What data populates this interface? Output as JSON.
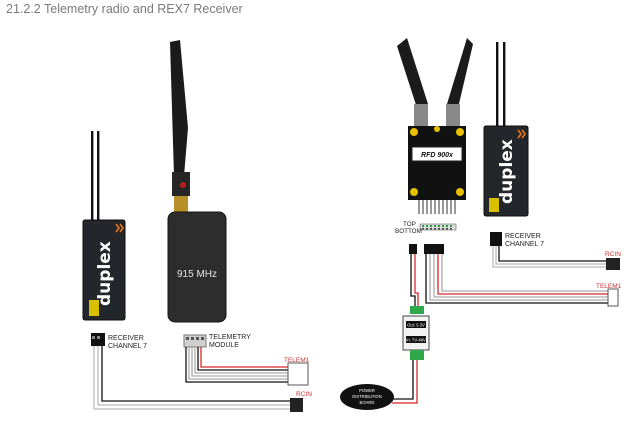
{
  "heading": "21.2.2  Telemetry radio and REX7 Receiver",
  "left": {
    "receiver_logo": "duplex",
    "radio_freq": "915 MHz",
    "receiver_channel": [
      "RECEIVER",
      "CHANNEL 7"
    ],
    "telemetry_module": [
      "TELEMETRY",
      "MODULE"
    ],
    "telem_label": "TELEM1",
    "rcin_label": "RCIN"
  },
  "right": {
    "radio_name": "RFD 900x",
    "receiver_logo": "duplex",
    "top_label": "TOP",
    "bottom_label": "BOTTOM",
    "receiver_channel": [
      "RECEIVER",
      "CHANNEL 7"
    ],
    "rcin_label": "RCIN",
    "telem_label": "TELEM1",
    "regulator_top": "Out: 5.3V",
    "regulator_bottom": "In: 7V-48V",
    "pdb_label": [
      "POWER",
      "DISTRIBUTION",
      "BOARD"
    ]
  },
  "colors": {
    "wire_red": "#d8282a",
    "receiver_accent": "#e8781e",
    "radio_gold": "#e8c000",
    "regulator_green": "#2ea848"
  }
}
